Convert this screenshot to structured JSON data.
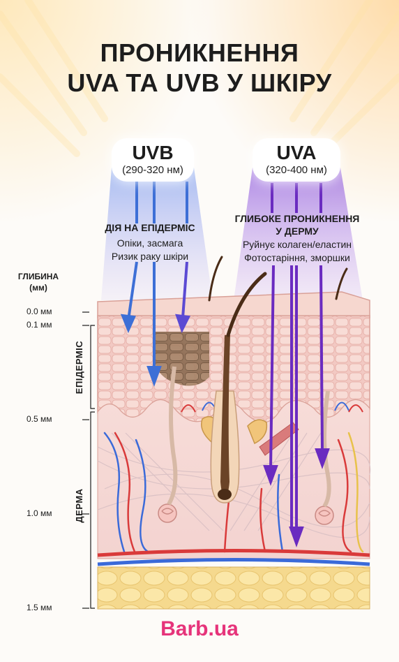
{
  "title": {
    "line1": "ПРОНИКНЕННЯ",
    "line2": "UVA ТА UVB У ШКІРУ"
  },
  "uvb": {
    "name": "UVB",
    "range": "(290-320 нм)",
    "heading": "ДІЯ НА ЕПІДЕРМІС",
    "effect1": "Опіки, засмага",
    "effect2": "Ризик раку шкіри",
    "color": "#3d6fd6"
  },
  "uva": {
    "name": "UVA",
    "range": "(320-400 нм)",
    "heading1": "ГЛИБОКЕ ПРОНИКНЕННЯ",
    "heading2": "У ДЕРМУ",
    "effect1": "Руйнує колаген/еластин",
    "effect2": "Фотостаріння, зморшки",
    "color": "#6a2bc0"
  },
  "depth_axis": {
    "heading1": "ГЛИБИНА",
    "heading2": "(мм)",
    "ticks": [
      "0.0 мм",
      "0.1 мм",
      "0.5 мм",
      "1.0 мм",
      "1.5 мм"
    ],
    "layer_epidermis": "ЕПІДЕРМІС",
    "layer_dermis": "ДЕРМА"
  },
  "brand": "Barb.ua"
}
